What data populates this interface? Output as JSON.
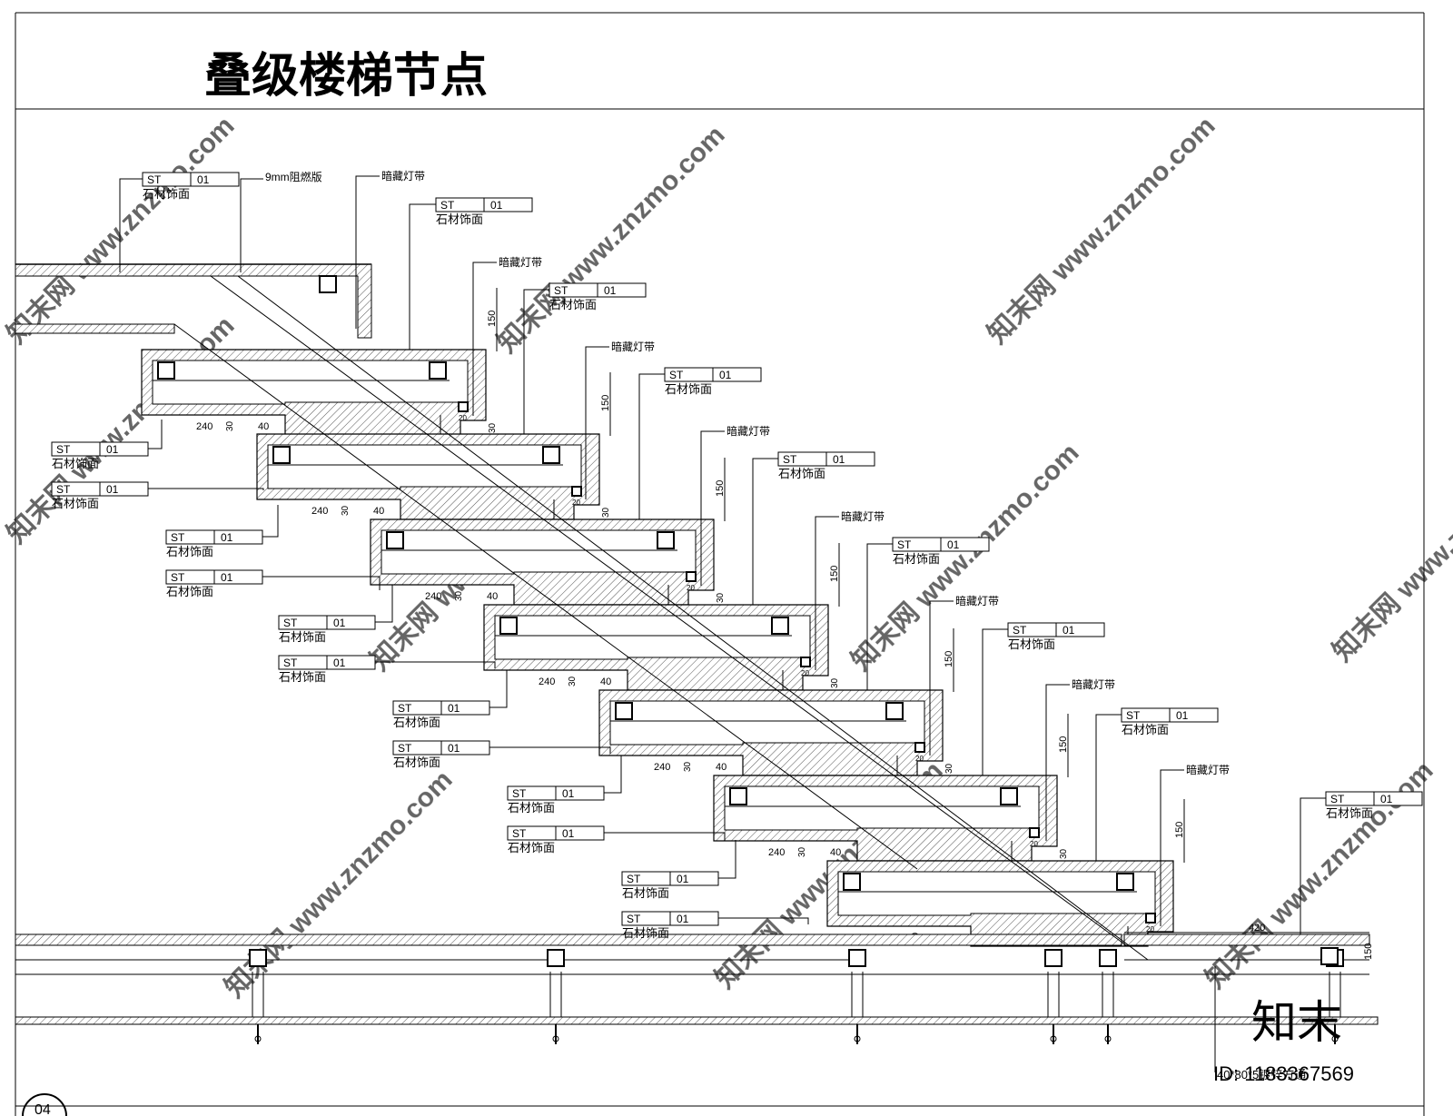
{
  "title": "叠级楼梯节点",
  "tag": {
    "code": "ST",
    "num": "01",
    "name": "石材饰面"
  },
  "labels": {
    "fire_board": "9mm阻燃版",
    "light_strip": "暗藏灯带",
    "base_note": "40*80*5镀锌方通"
  },
  "dims": {
    "riser": "150",
    "tread": "240",
    "d30": "30",
    "d40": "40",
    "d20": "20",
    "landing": "420"
  },
  "sheet_no": "04",
  "watermark": {
    "site": "知末网 www.znzmo.com",
    "logo": "知末",
    "id": "ID: 1183367569"
  }
}
